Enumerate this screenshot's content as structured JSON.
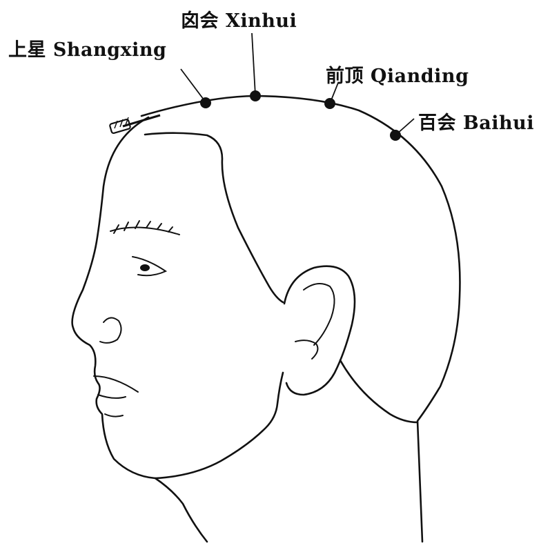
{
  "labels": {
    "shangxing": "上星 Shangxing",
    "xinhui": "囟会 Xinhui",
    "qianding": "前顶 Qianding",
    "baihui": "百会 Baihui"
  },
  "colors": {
    "ink": "#111111",
    "background": "#ffffff"
  },
  "icons": {
    "needle": "acupuncture-needle-icon"
  }
}
